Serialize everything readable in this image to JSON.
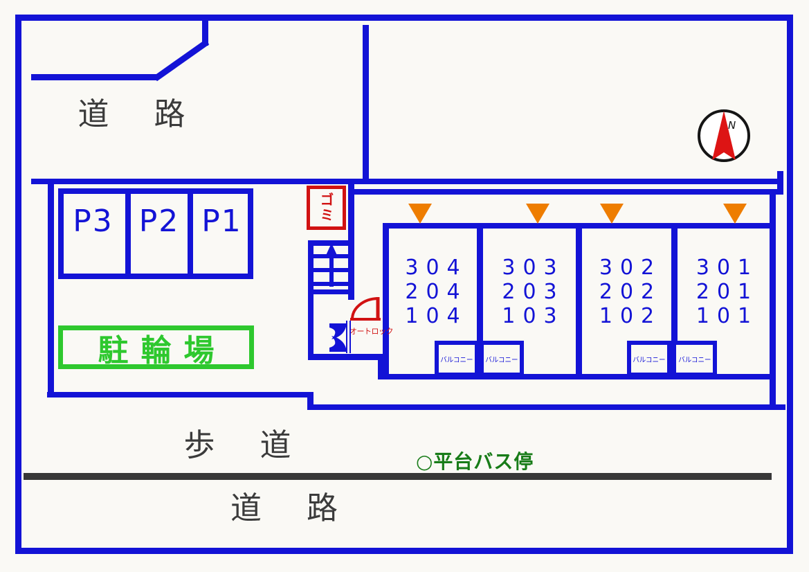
{
  "labels": {
    "road_top": "道　路",
    "road_bottom": "道　路",
    "sidewalk": "歩　道",
    "bus_stop": "○平台バス停",
    "bicycle_parking": "駐輪場",
    "garbage": "ゴミ",
    "auto_lock": "オートロック",
    "compass_north": "N",
    "balcony": "バルコニー"
  },
  "parking_spots": [
    "P3",
    "P2",
    "P1"
  ],
  "building": {
    "units": [
      {
        "rooms": [
          "304",
          "204",
          "104"
        ]
      },
      {
        "rooms": [
          "303",
          "203",
          "103"
        ]
      },
      {
        "rooms": [
          "302",
          "202",
          "102"
        ]
      },
      {
        "rooms": [
          "301",
          "201",
          "101"
        ]
      }
    ]
  },
  "colors": {
    "line_blue": "#1313d6",
    "accent_red": "#d11212",
    "bicycle_green": "#2ec82e",
    "bus_stop_green": "#187c18",
    "road_text_gray": "#3b3b3b",
    "road_divider_dark": "#383838",
    "entrance_marker_orange": "#ee7d00"
  }
}
